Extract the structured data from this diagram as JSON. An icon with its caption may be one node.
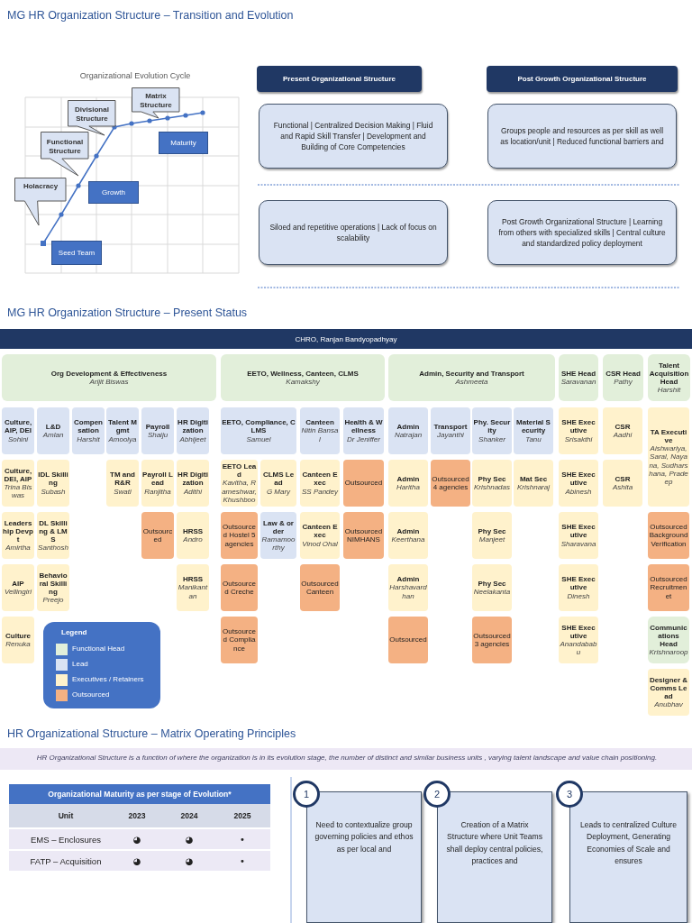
{
  "diagram": {
    "title": "MG HR Organization Structure – Transition and Evolution",
    "nodes": [
      {
        "text": [
          "Holacracy"
        ]
      },
      {
        "text": [
          "Functional Structure"
        ]
      },
      {
        "text": [
          "Divisional Structure"
        ]
      },
      {
        "text": [
          "Matrix Structure"
        ]
      },
      {
        "text": [
          "Maturity"
        ]
      },
      {
        "text": [
          "Growth"
        ]
      },
      {
        "text": [
          "Seed Team"
        ]
      },
      {
        "text": [
          "Present Organizational Structure"
        ]
      },
      {
        "text": [
          "Post Growth Organizational Structure"
        ]
      },
      {
        "text": [
          "Functional | Centralized Decision Making | Fluid and Rapid Skill Transfer | Development and Building of Core Competencies"
        ]
      },
      {
        "text": [
          "Groups people and resources as per skill as well as location/unit | Reduced functional barriers and"
        ]
      },
      {
        "text": [
          "Siloed and repetitive operations | Lack of focus on scalability"
        ]
      },
      {
        "text": [
          "Post Growth Organizational Structure | Learning from others with specialized skills | Central culture and standardized policy deployment"
        ]
      },
      {
        "text": [
          "CHRO, Ranjan Bandyopadhyay"
        ]
      },
      {
        "text": [
          "Org Development & Effectiveness",
          "Arijit Biswas"
        ]
      },
      {
        "text": [
          "EETO, Wellness, Canteen, CLMS",
          "Kamakshy"
        ]
      },
      {
        "text": [
          "Admin, Security and Transport",
          "Ashmeeta"
        ]
      },
      {
        "text": [
          "SHE Head",
          "Saravanan"
        ]
      },
      {
        "text": [
          "CSR Head",
          "Pathy"
        ]
      },
      {
        "text": [
          "Talent Acquisition Head",
          "Harshit"
        ]
      },
      {
        "text": [
          "Culture, AIP, DEI",
          "Sohini"
        ]
      },
      {
        "text": [
          "L&D",
          "Amlan"
        ]
      },
      {
        "text": [
          "Compensation",
          "Harshit"
        ]
      },
      {
        "text": [
          "Talent Mgmt",
          "Amoolya"
        ]
      },
      {
        "text": [
          "Payroll",
          "Shaiju"
        ]
      },
      {
        "text": [
          "HR Digitization",
          "Abhijeet"
        ]
      },
      {
        "text": [
          "EETO, Compliance, CLMS",
          "Samuel"
        ]
      },
      {
        "text": [
          "Canteen",
          "Nitin Bansal"
        ]
      },
      {
        "text": [
          "Health & Wellness",
          "Dr Jeniffer"
        ]
      },
      {
        "text": [
          "Admin",
          "Natrajan"
        ]
      },
      {
        "text": [
          "Transport",
          "Jayanthi"
        ]
      },
      {
        "text": [
          "Phy. Security",
          "Shanker"
        ]
      },
      {
        "text": [
          "Material Security",
          "Tanu"
        ]
      },
      {
        "text": [
          "SHE Executive",
          "Srisakthi"
        ]
      },
      {
        "text": [
          "CSR",
          "Aadhi"
        ]
      },
      {
        "text": [
          "TA Executive",
          "Aishwariya, Saral, Nayana, Sudharshana, Pradeep"
        ]
      },
      {
        "text": [
          "Culture, DEI, AIP",
          "Trina Biswas"
        ]
      },
      {
        "text": [
          "IDL Skilling",
          "Subash"
        ]
      },
      {
        "text": [
          "TM and R&R",
          "Swati"
        ]
      },
      {
        "text": [
          "Payroll Lead",
          "Ranjitha"
        ]
      },
      {
        "text": [
          "HR Digitization",
          "Adithi"
        ]
      },
      {
        "text": [
          "EETO Lead",
          "Kavitha, Rameshwar, Khushboo"
        ]
      },
      {
        "text": [
          "CLMS Lead",
          "G Mary"
        ]
      },
      {
        "text": [
          "Canteen Exec",
          "SS Pandey"
        ]
      },
      {
        "text": [
          "Outsourced"
        ]
      },
      {
        "text": [
          "Admin",
          "Haritha"
        ]
      },
      {
        "text": [
          "Outsourced 4 agencies"
        ]
      },
      {
        "text": [
          "Phy Sec",
          "Krishnadas"
        ]
      },
      {
        "text": [
          "Mat Sec",
          "Krishnaraj"
        ]
      },
      {
        "text": [
          "SHE Executive",
          "Abinesh"
        ]
      },
      {
        "text": [
          "CSR",
          "Ashita"
        ]
      },
      {
        "text": [
          "Leadership Devpt",
          "Amirtha"
        ]
      },
      {
        "text": [
          "DL Skilling & LMS",
          "Santhosh"
        ]
      },
      {
        "text": [
          "Outsourced"
        ]
      },
      {
        "text": [
          "HRSS",
          "Andro"
        ]
      },
      {
        "text": [
          "Outsourced Hostel 5 agencies"
        ]
      },
      {
        "text": [
          "Law & order",
          "Ramamoorthy"
        ]
      },
      {
        "text": [
          "Canteen Exec",
          "Vinod Ohal"
        ]
      },
      {
        "text": [
          "Outsourced NIMHANS"
        ]
      },
      {
        "text": [
          "Admin",
          "Keerthana"
        ]
      },
      {
        "text": [
          "Phy Sec",
          "Manjeet"
        ]
      },
      {
        "text": [
          "SHE Executive",
          "Sharavana"
        ]
      },
      {
        "text": [
          "Outsourced Background Verification"
        ]
      },
      {
        "text": [
          "AIP",
          "Vellingiri"
        ]
      },
      {
        "text": [
          "Behavioral Skilling",
          "Preejo"
        ]
      },
      {
        "text": [
          "HRSS",
          "Manikantan"
        ]
      },
      {
        "text": [
          "Outsourced Creche"
        ]
      },
      {
        "text": [
          "Outsourced Canteen"
        ]
      },
      {
        "text": [
          "Admin",
          "Harshavardhan"
        ]
      },
      {
        "text": [
          "Phy Sec",
          "Neelakanta"
        ]
      },
      {
        "text": [
          "SHE Executive",
          "Dinesh"
        ]
      },
      {
        "text": [
          "Outsourced Recruitmenet"
        ]
      },
      {
        "text": [
          "Culture",
          "Renuka"
        ]
      },
      {
        "text": [
          "Outsourced Compliance"
        ]
      },
      {
        "text": [
          "Outsourced"
        ]
      },
      {
        "text": [
          "Outsourced 3 agencies"
        ]
      },
      {
        "text": [
          "SHE Executive",
          "Anandababu"
        ]
      },
      {
        "text": [
          "Communications Head",
          "Krishnaroop"
        ]
      },
      {
        "text": [
          "Designer & Comms Lead",
          "Anubhav"
        ]
      },
      {
        "text": [
          "1",
          "Need to contextualize group governing policies and ethos as per local and"
        ]
      },
      {
        "text": [
          "2",
          "Creation of a Matrix Structure where Unit Teams shall deploy central policies, practices and"
        ]
      },
      {
        "text": [
          "3",
          "Leads to centralized Culture Deployment, Generating Economies of Scale and ensures"
        ]
      }
    ],
    "labels": [
      "Organizational Evolution Cycle",
      "MG HR Organization Structure – Present Status",
      "Legend",
      "HR Organizational Structure – Matrix Operating Principles",
      "HR Organizational Structure is a function of where the organization is in its evolution stage, the number of distinct and similar business units ,  varying talent landscape and value chain positioning.",
      "Organizational Maturity as per stage of Evolution*",
      "Unit",
      "2023",
      "2024",
      "2025",
      "EMS – Enclosures",
      "◕",
      "◕",
      "•",
      "FATP – Acquisition",
      "◕",
      "◕",
      "•"
    ],
    "legend": [
      {
        "text": "Functional Head",
        "color": "#e2efda"
      },
      {
        "text": "Lead",
        "color": "#dae3f3"
      },
      {
        "text": "Executives / Retainers",
        "color": "#fff2cc"
      },
      {
        "text": "Outsourced",
        "color": "#f4b183"
      }
    ]
  }
}
